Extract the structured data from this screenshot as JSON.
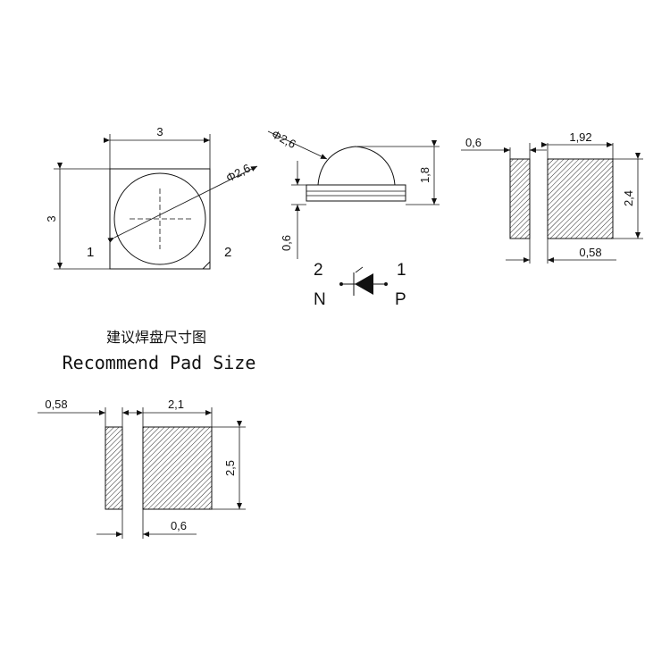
{
  "top_view": {
    "width_label": "3",
    "height_label": "3",
    "diameter_label": "Φ2,6",
    "pin1_label": "1",
    "pin2_label": "2"
  },
  "side_view": {
    "diameter_label": "Φ2,6",
    "height_label": "1,8",
    "base_label": "0,6"
  },
  "polarity": {
    "pin2_number": "2",
    "pin1_number": "1",
    "cathode_letter": "N",
    "anode_letter": "P"
  },
  "bottom_view": {
    "small_pad_label": "0,6",
    "large_pad_label": "1,92",
    "height_label": "2,4",
    "gap_label": "0,58"
  },
  "recommended_pad": {
    "title_cn": "建议焊盘尺寸图",
    "title_en": "Recommend Pad Size",
    "small_pad_label": "0,58",
    "large_pad_label": "2,1",
    "height_label": "2,5",
    "gap_label": "0,6"
  },
  "colors": {
    "line": "#111111",
    "background": "#ffffff"
  }
}
